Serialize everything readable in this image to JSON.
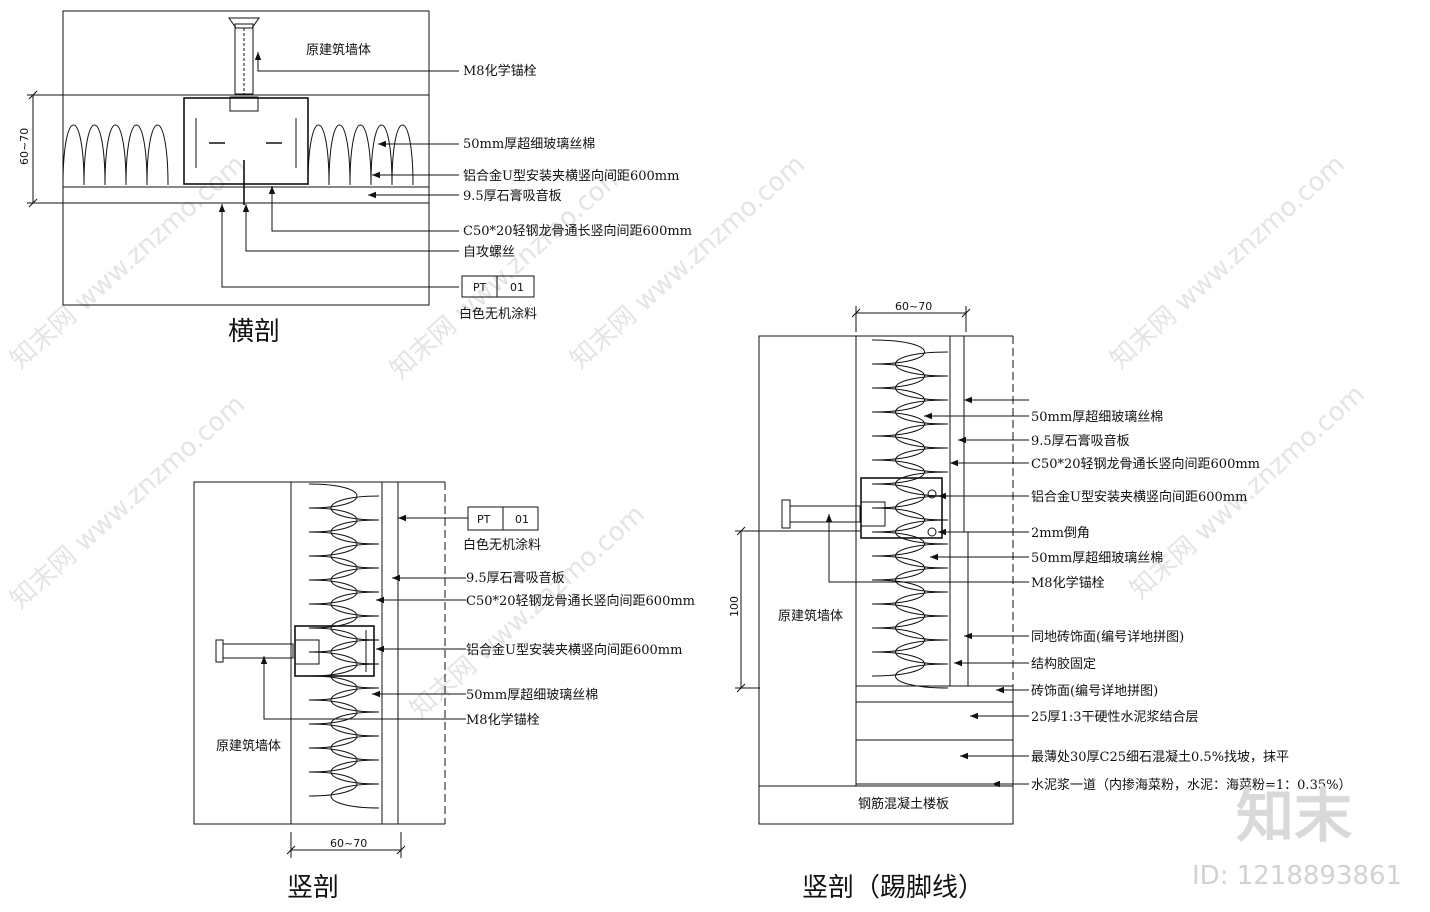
{
  "titles": {
    "horizontal": "横剖",
    "vertical": "竖剖",
    "vertical_skirting": "竖剖（踢脚线）"
  },
  "section_h": {
    "wall_label": "原建筑墙体",
    "dim": "60~70",
    "labels": [
      "M8化学锚栓",
      "50mm厚超细玻璃丝棉",
      "铝合金U型安装夹横竖向间距600mm",
      "9.5厚石膏吸音板",
      "C50*20轻钢龙骨通长竖向间距600mm",
      "自攻螺丝"
    ],
    "tag_left": "PT",
    "tag_right": "01",
    "tag_caption": "白色无机涂料"
  },
  "section_v": {
    "wall_label": "原建筑墙体",
    "dim": "60~70",
    "tag_left": "PT",
    "tag_right": "01",
    "tag_caption": "白色无机涂料",
    "labels": [
      "9.5厚石膏吸音板",
      "C50*20轻钢龙骨通长竖向间距600mm",
      "铝合金U型安装夹横竖向间距600mm",
      "50mm厚超细玻璃丝棉",
      "M8化学锚栓"
    ]
  },
  "section_s": {
    "wall_label": "原建筑墙体",
    "slab_label": "钢筋混凝土楼板",
    "dim_top": "60~70",
    "dim_side": "100",
    "labels": [
      "50mm厚超细玻璃丝棉",
      "9.5厚石膏吸音板",
      "C50*20轻钢龙骨通长竖向间距600mm",
      "铝合金U型安装夹横竖向间距600mm",
      "2mm倒角",
      "50mm厚超细玻璃丝棉",
      "M8化学锚栓",
      "同地砖饰面(编号详地拼图)",
      "结构胶固定",
      "砖饰面(编号详地拼图)",
      "25厚1:3干硬性水泥浆结合层",
      "最薄处30厚C25细石混凝土0.5%找坡，抹平",
      "水泥浆一道（内掺海菜粉，水泥：海菜粉=1：0.35%）"
    ]
  },
  "watermark": {
    "brand": "知末网",
    "site": "www.znzmo.com",
    "logo": "知末",
    "id": "ID: 1218893861"
  },
  "colors": {
    "line": "#111111",
    "watermark": "#e4e4e4"
  }
}
